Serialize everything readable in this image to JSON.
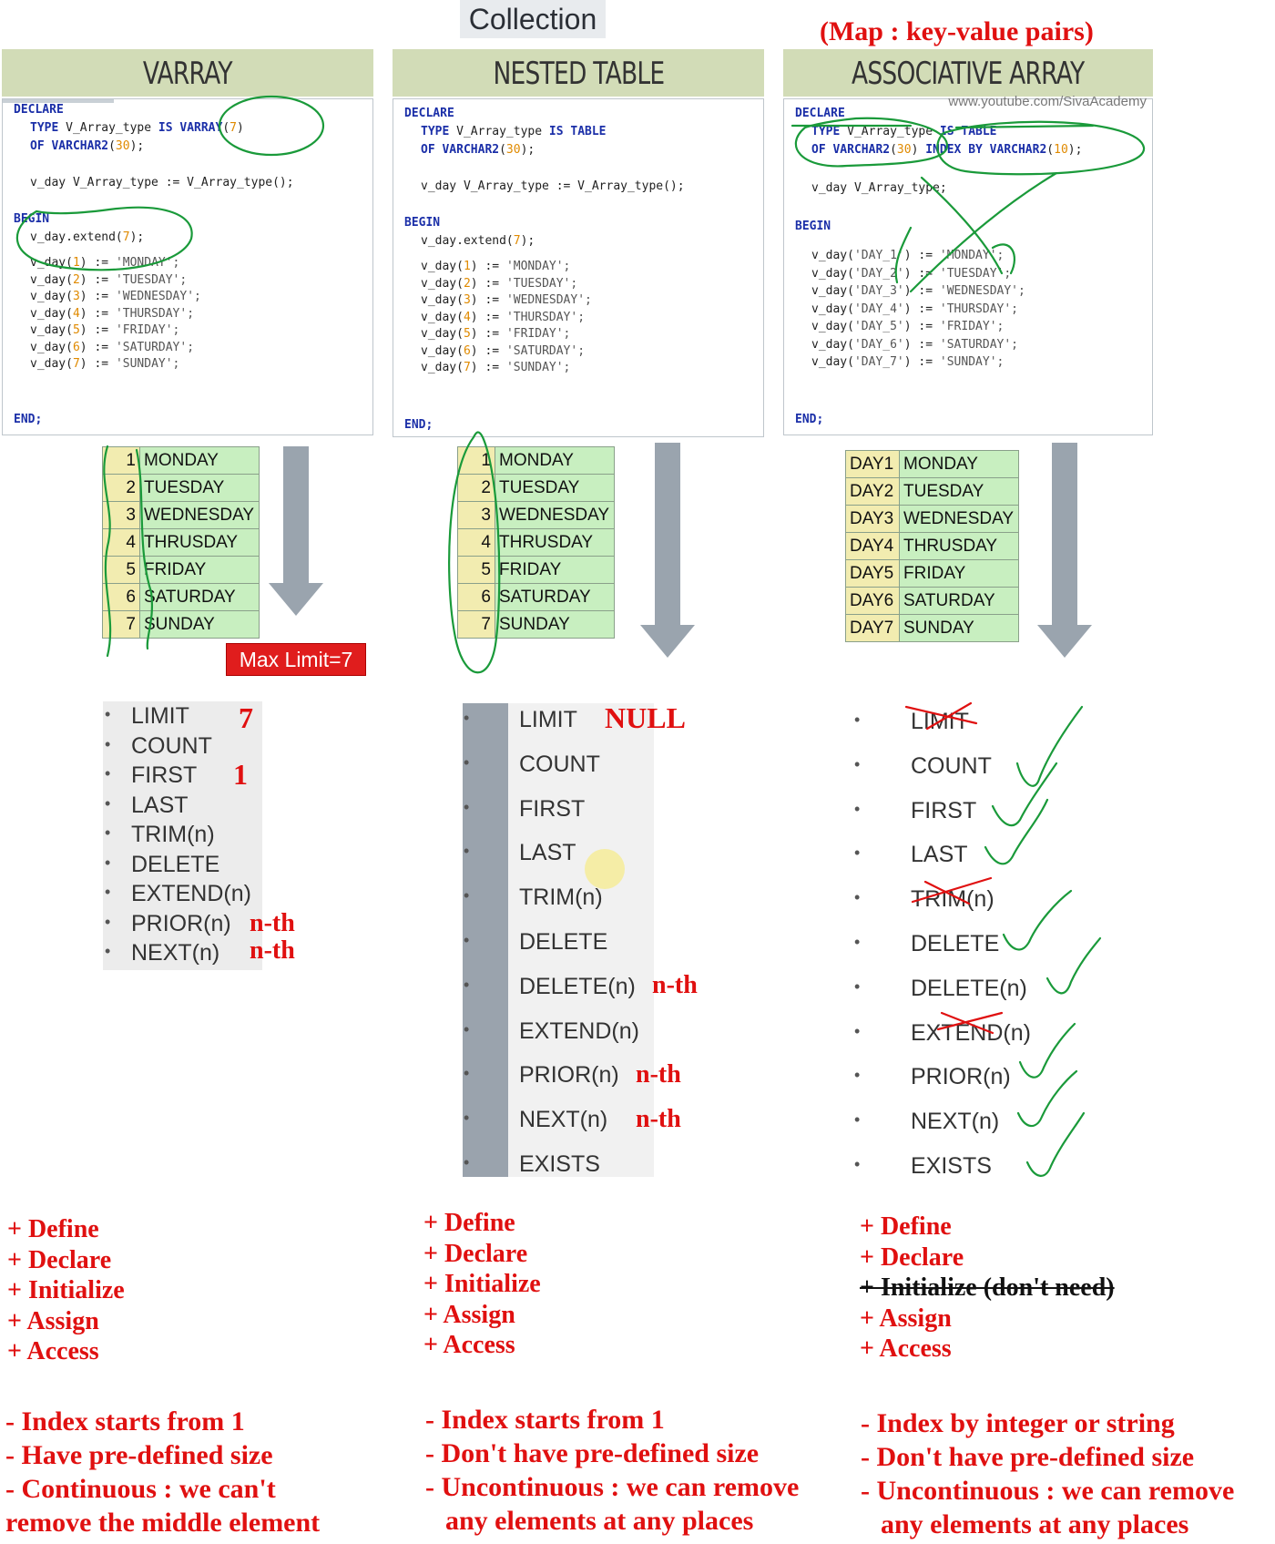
{
  "title": "Collection",
  "map_note": "(Map : key-value pairs)",
  "watermark": "www.youtube.com/SivaAcademy",
  "columns": [
    {
      "header": "VARRAY",
      "code": {
        "l1": "DECLARE",
        "l2a": "TYPE",
        "l2b": " V_Array_type ",
        "l2c": "IS VARRAY",
        "l2d": "(",
        "l2e": "7",
        "l2f": ")",
        "l3a": "OF VARCHAR2",
        "l3b": "(",
        "l3c": "30",
        "l3d": ");",
        "l4": "v_day V_Array_type := V_Array_type();",
        "l5": "BEGIN",
        "l6a": "v_day.extend(",
        "l6b": "7",
        "l6c": ");",
        "end": "END;"
      },
      "assign": [
        {
          "i": "1",
          "v": "'MONDAY';"
        },
        {
          "i": "2",
          "v": "'TUESDAY';"
        },
        {
          "i": "3",
          "v": "'WEDNESDAY';"
        },
        {
          "i": "4",
          "v": "'THURSDAY';"
        },
        {
          "i": "5",
          "v": "'FRIDAY';"
        },
        {
          "i": "6",
          "v": "'SATURDAY';"
        },
        {
          "i": "7",
          "v": "'SUNDAY';"
        }
      ],
      "table": [
        {
          "k": "1",
          "d": "MONDAY"
        },
        {
          "k": "2",
          "d": "TUESDAY"
        },
        {
          "k": "3",
          "d": "WEDNESDAY"
        },
        {
          "k": "4",
          "d": "THRUSDAY"
        },
        {
          "k": "5",
          "d": "FRIDAY"
        },
        {
          "k": "6",
          "d": "SATURDAY"
        },
        {
          "k": "7",
          "d": "SUNDAY"
        }
      ],
      "badge": "Max Limit=7",
      "methods": [
        "LIMIT",
        "COUNT",
        "FIRST",
        "LAST",
        "TRIM(n)",
        "DELETE",
        "EXTEND(n)",
        "PRIOR(n)",
        "NEXT(n)"
      ],
      "method_notes": {
        "limit": "7",
        "first": "1",
        "prior": "n-th",
        "next": "n-th"
      },
      "steps": [
        "+ Define",
        "+ Declare",
        "+ Initialize",
        "+ Assign",
        "+ Access"
      ],
      "facts": [
        "- Index starts from 1",
        "- Have pre-defined size",
        "- Continuous : we can't",
        "remove the middle element"
      ]
    },
    {
      "header": "NESTED TABLE",
      "code": {
        "l1": "DECLARE",
        "l2a": "TYPE",
        "l2b": " V_Array_type ",
        "l2c": "IS TABLE",
        "l3a": "OF VARCHAR2",
        "l3b": "(",
        "l3c": "30",
        "l3d": ");",
        "l4": "v_day V_Array_type := V_Array_type();",
        "l5": "BEGIN",
        "l6a": "v_day.extend(",
        "l6b": "7",
        "l6c": ");",
        "end": "END;"
      },
      "assign": [
        {
          "i": "1",
          "v": "'MONDAY';"
        },
        {
          "i": "2",
          "v": "'TUESDAY';"
        },
        {
          "i": "3",
          "v": "'WEDNESDAY';"
        },
        {
          "i": "4",
          "v": "'THURSDAY';"
        },
        {
          "i": "5",
          "v": "'FRIDAY';"
        },
        {
          "i": "6",
          "v": "'SATURDAY';"
        },
        {
          "i": "7",
          "v": "'SUNDAY';"
        }
      ],
      "table": [
        {
          "k": "1",
          "d": "MONDAY"
        },
        {
          "k": "2",
          "d": "TUESDAY"
        },
        {
          "k": "3",
          "d": "WEDNESDAY"
        },
        {
          "k": "4",
          "d": "THRUSDAY"
        },
        {
          "k": "5",
          "d": "FRIDAY"
        },
        {
          "k": "6",
          "d": "SATURDAY"
        },
        {
          "k": "7",
          "d": "SUNDAY"
        }
      ],
      "methods": [
        "LIMIT",
        "COUNT",
        "FIRST",
        "LAST",
        "TRIM(n)",
        "DELETE",
        "DELETE(n)",
        "EXTEND(n)",
        "PRIOR(n)",
        "NEXT(n)",
        "EXISTS"
      ],
      "method_notes": {
        "limit": "NULL",
        "delete_n": "n-th",
        "prior": "n-th",
        "next": "n-th"
      },
      "steps": [
        "+ Define",
        "+ Declare",
        "+ Initialize",
        "+ Assign",
        "+ Access"
      ],
      "facts": [
        "- Index starts from 1",
        "- Don't have pre-defined size",
        "- Uncontinuous : we can remove",
        "any elements at any places"
      ]
    },
    {
      "header": "ASSOCIATIVE ARRAY",
      "code": {
        "l1": "DECLARE",
        "l2a": "TYPE",
        "l2b": " V_Array_type ",
        "l2c": "IS TABLE",
        "l3a": "OF VARCHAR2",
        "l3b": "(",
        "l3c": "30",
        "l3d": ")",
        "l3e": " INDEX BY VARCHAR2",
        "l3f": "(",
        "l3g": "10",
        "l3h": ");",
        "l4": "v_day V_Array_type;",
        "l5": "BEGIN",
        "end": "END;"
      },
      "assign": [
        {
          "i": "'DAY_1'",
          "v": "'MONDAY';"
        },
        {
          "i": "'DAY_2'",
          "v": "'TUESDAY';"
        },
        {
          "i": "'DAY_3'",
          "v": "'WEDNESDAY';"
        },
        {
          "i": "'DAY_4'",
          "v": "'THURSDAY';"
        },
        {
          "i": "'DAY_5'",
          "v": "'FRIDAY';"
        },
        {
          "i": "'DAY_6'",
          "v": "'SATURDAY';"
        },
        {
          "i": "'DAY_7'",
          "v": "'SUNDAY';"
        }
      ],
      "table": [
        {
          "k": "DAY1",
          "d": "MONDAY"
        },
        {
          "k": "DAY2",
          "d": "TUESDAY"
        },
        {
          "k": "DAY3",
          "d": "WEDNESDAY"
        },
        {
          "k": "DAY4",
          "d": "THRUSDAY"
        },
        {
          "k": "DAY5",
          "d": "FRIDAY"
        },
        {
          "k": "DAY6",
          "d": "SATURDAY"
        },
        {
          "k": "DAY7",
          "d": "SUNDAY"
        }
      ],
      "methods": [
        "LIMIT",
        "COUNT",
        "FIRST",
        "LAST",
        "TRIM(n)",
        "DELETE",
        "DELETE(n)",
        "EXTEND(n)",
        "PRIOR(n)",
        "NEXT(n)",
        "EXISTS"
      ],
      "steps": [
        "+ Define",
        "+ Declare",
        "+ Initialize (don't need)",
        "+ Assign",
        "+ Access"
      ],
      "facts": [
        "- Index by integer or string",
        "- Don't have pre-defined size",
        "- Uncontinuous : we can remove",
        "any elements at any places"
      ]
    }
  ],
  "colors": {
    "annotation_red": "#e01010",
    "pen_green": "#1a9a3a",
    "header_bg": "#d2dcb7",
    "keyword_blue": "#1b2fa8"
  }
}
